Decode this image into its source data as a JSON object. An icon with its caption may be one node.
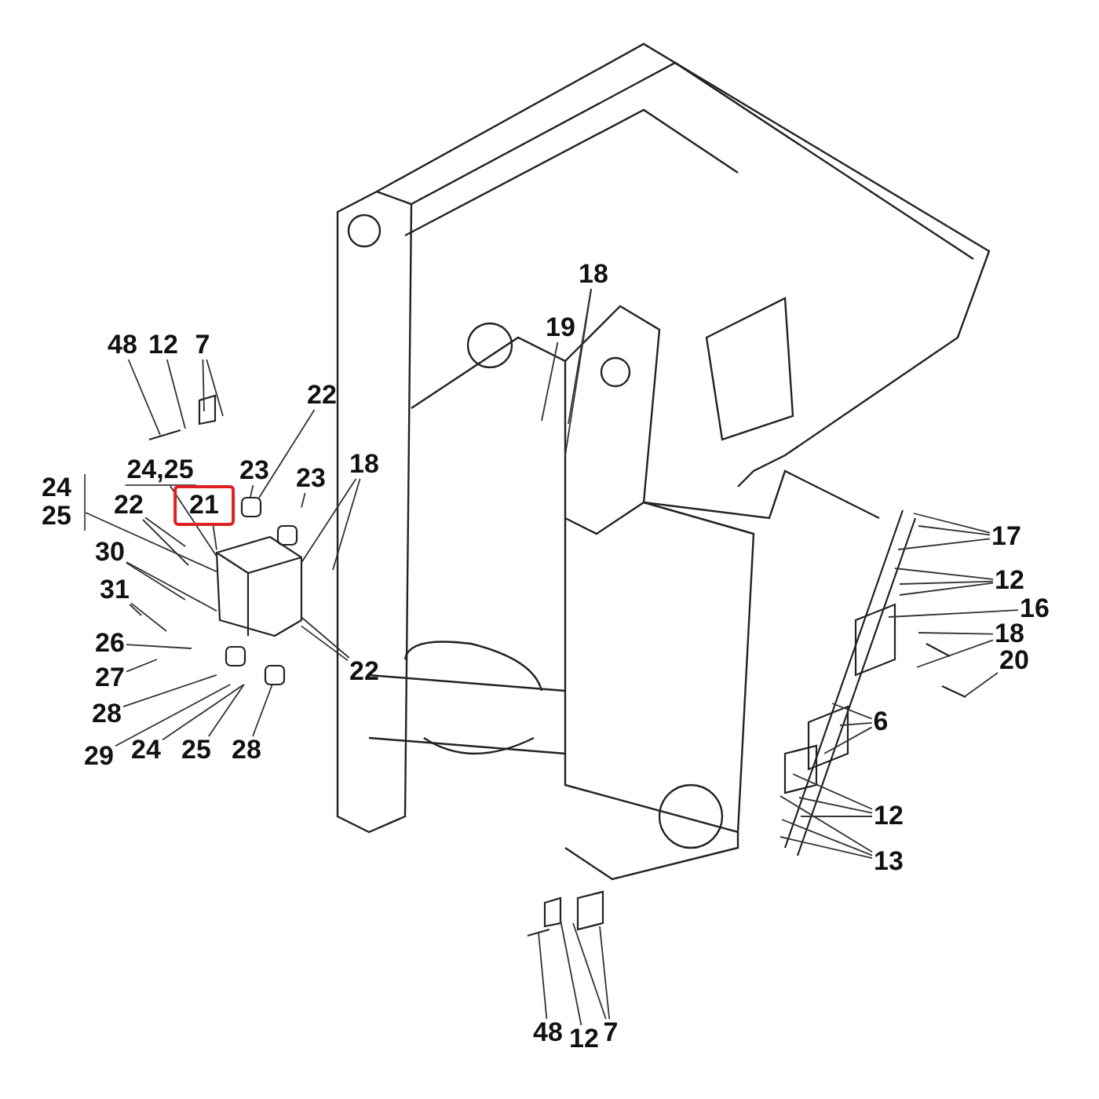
{
  "diagram": {
    "nodes": [
      {
        "text": [
          "48"
        ]
      },
      {
        "text": [
          "12"
        ]
      },
      {
        "text": [
          "7"
        ]
      },
      {
        "text": [
          "22"
        ]
      },
      {
        "text": [
          "24,25"
        ]
      },
      {
        "text": [
          "21"
        ]
      },
      {
        "text": [
          "23"
        ]
      },
      {
        "text": [
          "23"
        ]
      },
      {
        "text": [
          "18"
        ]
      },
      {
        "text": [
          "24",
          "25"
        ]
      },
      {
        "text": [
          "22"
        ]
      },
      {
        "text": [
          "30"
        ]
      },
      {
        "text": [
          "31"
        ]
      },
      {
        "text": [
          "26"
        ]
      },
      {
        "text": [
          "27"
        ]
      },
      {
        "text": [
          "28"
        ]
      },
      {
        "text": [
          "22"
        ]
      },
      {
        "text": [
          "29"
        ]
      },
      {
        "text": [
          "24"
        ]
      },
      {
        "text": [
          "25"
        ]
      },
      {
        "text": [
          "28"
        ]
      },
      {
        "text": [
          "18"
        ]
      },
      {
        "text": [
          "19"
        ]
      },
      {
        "text": [
          "17"
        ]
      },
      {
        "text": [
          "12"
        ]
      },
      {
        "text": [
          "16"
        ]
      },
      {
        "text": [
          "18"
        ]
      },
      {
        "text": [
          "20"
        ]
      },
      {
        "text": [
          "6"
        ]
      },
      {
        "text": [
          "12"
        ]
      },
      {
        "text": [
          "13"
        ]
      },
      {
        "text": [
          "48"
        ]
      },
      {
        "text": [
          "12"
        ]
      },
      {
        "text": [
          "7"
        ]
      },
      {
        "text": [],
        "shape": "picture"
      }
    ],
    "edges": [
      {
        "from": 0,
        "to": null,
        "arrow": "none"
      },
      {
        "from": 1,
        "to": null,
        "arrow": "none"
      },
      {
        "from": 2,
        "to": null,
        "arrow": "none"
      },
      {
        "from": 2,
        "to": null,
        "arrow": "none"
      },
      {
        "from": 3,
        "to": 34,
        "arrow": "none"
      },
      {
        "from": 4,
        "to": 34,
        "arrow": "none"
      },
      {
        "from": 5,
        "to": 34,
        "arrow": "none"
      },
      {
        "from": 6,
        "to": 34,
        "arrow": "none"
      },
      {
        "from": 7,
        "to": 34,
        "arrow": "none"
      },
      {
        "from": 8,
        "to": 34,
        "arrow": "none"
      },
      {
        "from": 8,
        "to": null,
        "arrow": "none"
      },
      {
        "from": 9,
        "to": 34,
        "arrow": "none"
      },
      {
        "from": 10,
        "to": null,
        "arrow": "none"
      },
      {
        "from": 10,
        "to": null,
        "arrow": "none"
      },
      {
        "from": 11,
        "to": null,
        "arrow": "none"
      },
      {
        "from": 11,
        "to": 34,
        "arrow": "none"
      },
      {
        "from": 12,
        "to": null,
        "arrow": "none"
      },
      {
        "from": 12,
        "to": null,
        "arrow": "none"
      },
      {
        "from": 13,
        "to": null,
        "arrow": "none"
      },
      {
        "from": 14,
        "to": null,
        "arrow": "none"
      },
      {
        "from": 15,
        "to": 34,
        "arrow": "none"
      },
      {
        "from": 16,
        "to": 34,
        "arrow": "none"
      },
      {
        "from": 16,
        "to": 34,
        "arrow": "none"
      },
      {
        "from": 17,
        "to": 34,
        "arrow": "none"
      },
      {
        "from": 18,
        "to": 34,
        "arrow": "none"
      },
      {
        "from": 19,
        "to": 34,
        "arrow": "none"
      },
      {
        "from": 20,
        "to": 34,
        "arrow": "none"
      },
      {
        "from": 21,
        "to": null,
        "arrow": "none"
      },
      {
        "from": 21,
        "to": null,
        "arrow": "none"
      },
      {
        "from": 22,
        "to": null,
        "arrow": "none"
      },
      {
        "from": 23,
        "to": null,
        "arrow": "none"
      },
      {
        "from": 23,
        "to": null,
        "arrow": "none"
      },
      {
        "from": 23,
        "to": null,
        "arrow": "none"
      },
      {
        "from": 24,
        "to": null,
        "arrow": "none"
      },
      {
        "from": 24,
        "to": null,
        "arrow": "none"
      },
      {
        "from": 24,
        "to": null,
        "arrow": "none"
      },
      {
        "from": 25,
        "to": null,
        "arrow": "none"
      },
      {
        "from": 26,
        "to": null,
        "arrow": "none"
      },
      {
        "from": 26,
        "to": null,
        "arrow": "none"
      },
      {
        "from": 27,
        "to": null,
        "arrow": "none"
      },
      {
        "from": 28,
        "to": null,
        "arrow": "none"
      },
      {
        "from": 28,
        "to": null,
        "arrow": "none"
      },
      {
        "from": 28,
        "to": null,
        "arrow": "none"
      },
      {
        "from": 29,
        "to": null,
        "arrow": "none"
      },
      {
        "from": 29,
        "to": null,
        "arrow": "none"
      },
      {
        "from": 29,
        "to": null,
        "arrow": "none"
      },
      {
        "from": 30,
        "to": null,
        "arrow": "none"
      },
      {
        "from": 30,
        "to": null,
        "arrow": "none"
      },
      {
        "from": 30,
        "to": null,
        "arrow": "none"
      },
      {
        "from": 31,
        "to": null,
        "arrow": "none"
      },
      {
        "from": 32,
        "to": null,
        "arrow": "none"
      },
      {
        "from": 33,
        "to": null,
        "arrow": "none"
      },
      {
        "from": 33,
        "to": null,
        "arrow": "none"
      }
    ]
  }
}
